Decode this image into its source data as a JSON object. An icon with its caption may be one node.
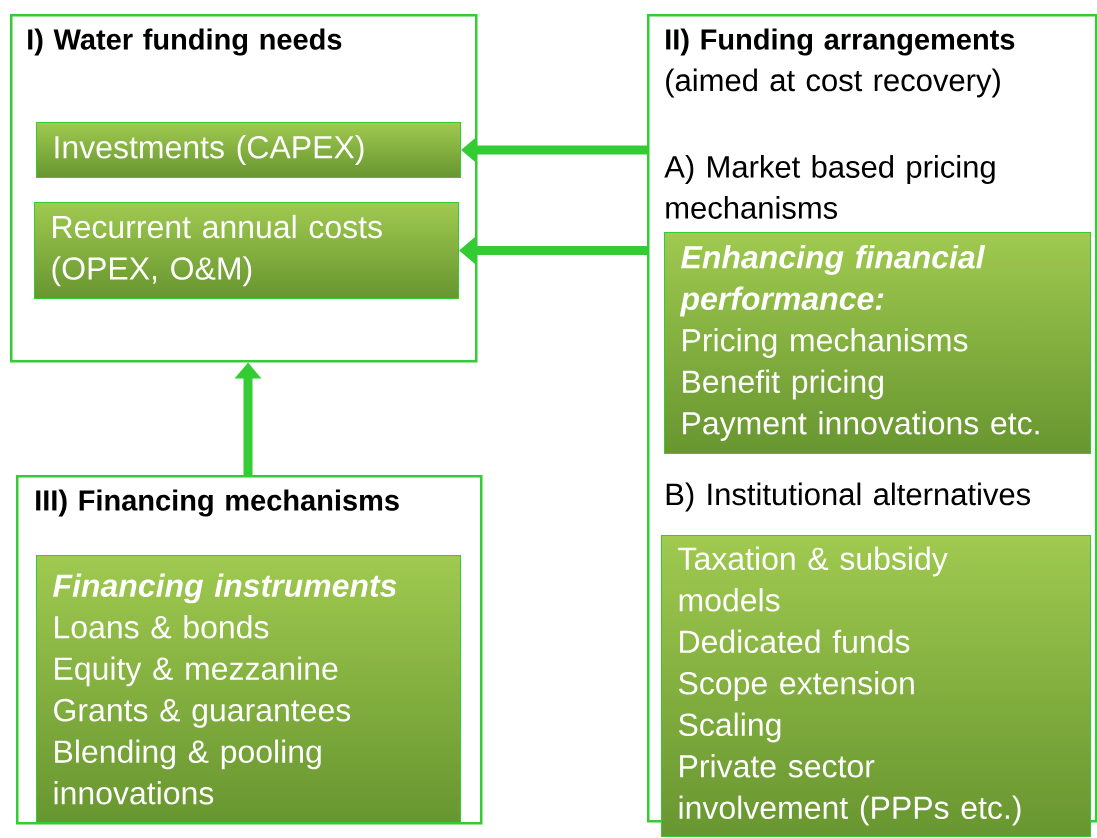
{
  "diagram": {
    "nodes": [
      {
        "text": [
          "I) Water funding needs"
        ]
      },
      {
        "text": [
          "Investments (CAPEX)"
        ],
        "in": 0
      },
      {
        "text": [
          "Recurrent annual costs (OPEX, O&M)"
        ],
        "in": 0
      },
      {
        "text": [
          "II) Funding arrangements",
          "(aimed at cost recovery)",
          "A) Market based pricing mechanisms",
          "B) Institutional alternatives"
        ]
      },
      {
        "text": [
          "*Enhancing financial performance*:",
          "Pricing mechanisms",
          "Benefit pricing",
          "Payment innovations etc."
        ],
        "in": 3
      },
      {
        "text": [
          "Taxation & subsidy models",
          "Dedicated funds",
          "Scope extension",
          "Scaling",
          "Private sector involvement (PPPs etc.)"
        ],
        "in": 3
      },
      {
        "text": [
          "III) Financing mechanisms"
        ]
      },
      {
        "text": [
          "Financing instruments",
          "Loans & bonds",
          "Equity & mezzanine",
          "Grants & guarantees",
          "Blending & pooling innovations"
        ],
        "in": 6
      }
    ],
    "edges": [
      {
        "from": 3,
        "to": 1,
        "arrow": "to"
      },
      {
        "from": 3,
        "to": 2,
        "arrow": "to"
      },
      {
        "from": 6,
        "to": 0,
        "arrow": "to"
      }
    ]
  }
}
